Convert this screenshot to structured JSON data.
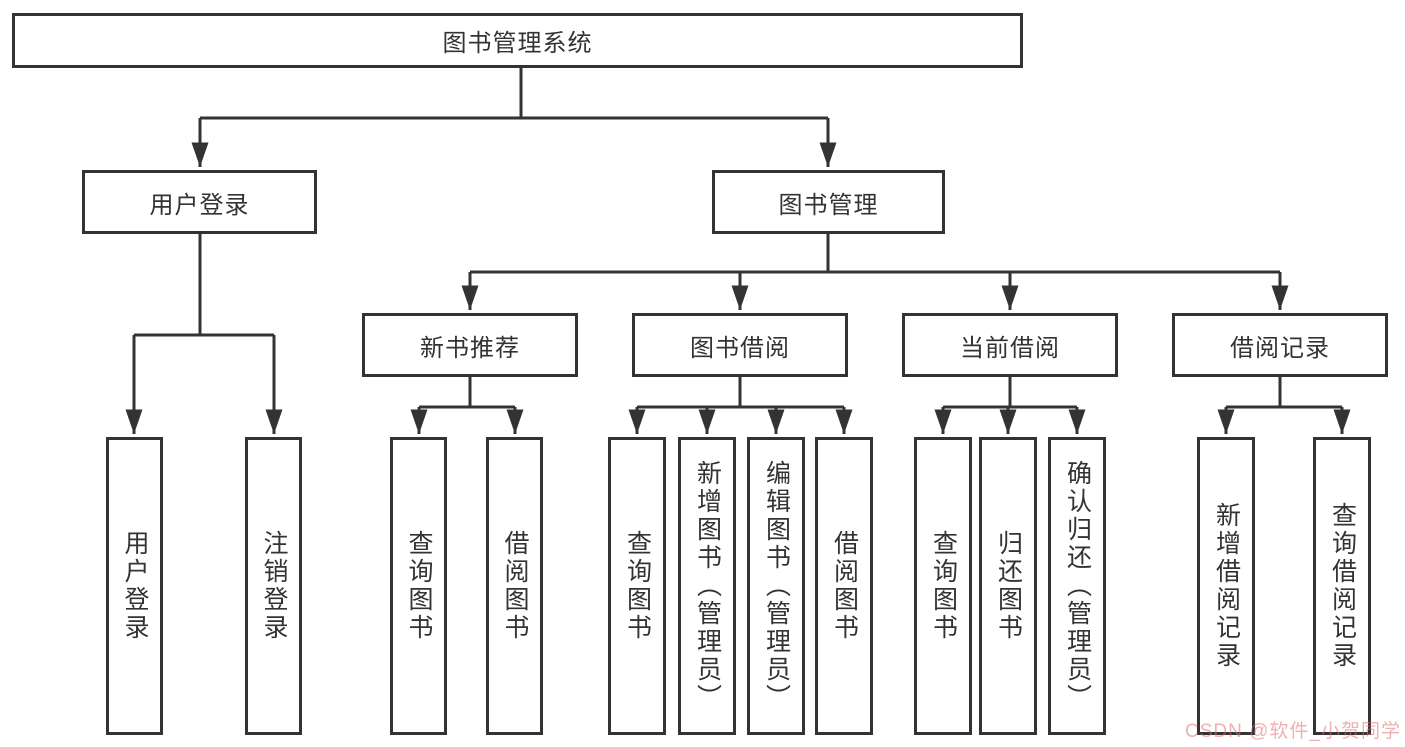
{
  "diagram": {
    "root": {
      "label": "图书管理系统"
    },
    "branches": [
      {
        "label": "用户登录",
        "children": [
          {
            "label": "用户登录"
          },
          {
            "label": "注销登录"
          }
        ]
      },
      {
        "label": "图书管理",
        "children": [
          {
            "label": "新书推荐",
            "children": [
              {
                "label": "查询图书"
              },
              {
                "label": "借阅图书"
              }
            ]
          },
          {
            "label": "图书借阅",
            "children": [
              {
                "label": "查询图书"
              },
              {
                "label": "新增图书（管理员）"
              },
              {
                "label": "编辑图书（管理员）"
              },
              {
                "label": "借阅图书"
              }
            ]
          },
          {
            "label": "当前借阅",
            "children": [
              {
                "label": "查询图书"
              },
              {
                "label": "归还图书"
              },
              {
                "label": "确认归还（管理员）"
              }
            ]
          },
          {
            "label": "借阅记录",
            "children": [
              {
                "label": "新增借阅记录"
              },
              {
                "label": "查询借阅记录"
              }
            ]
          }
        ]
      }
    ]
  },
  "watermark": {
    "text": "CSDN @软件_小贺同学"
  },
  "colors": {
    "line": "#333333",
    "box_border": "#333333",
    "text": "#333333",
    "background": "#ffffff",
    "watermark": "#e07070"
  }
}
